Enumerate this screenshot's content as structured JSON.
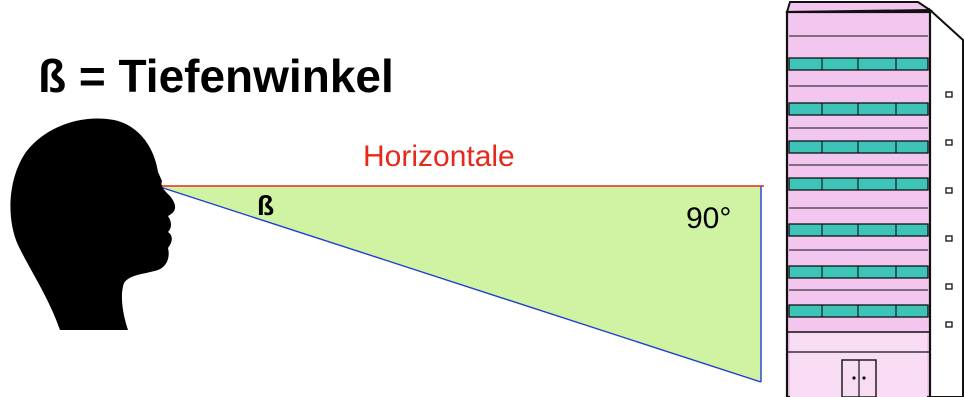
{
  "title": "ß = Tiefenwinkel",
  "labels": {
    "horizontal": "Horizontale",
    "angle": "ß",
    "right_angle": "90°"
  },
  "colors": {
    "triangle_fill": "#cff2a3",
    "horizontal_line": "#e52a1c",
    "sight_line": "#1f3fcf",
    "building_wall": "#f2c6ee",
    "building_side": "#ffffff",
    "window_band": "#3ec3b8",
    "head": "#000000"
  }
}
